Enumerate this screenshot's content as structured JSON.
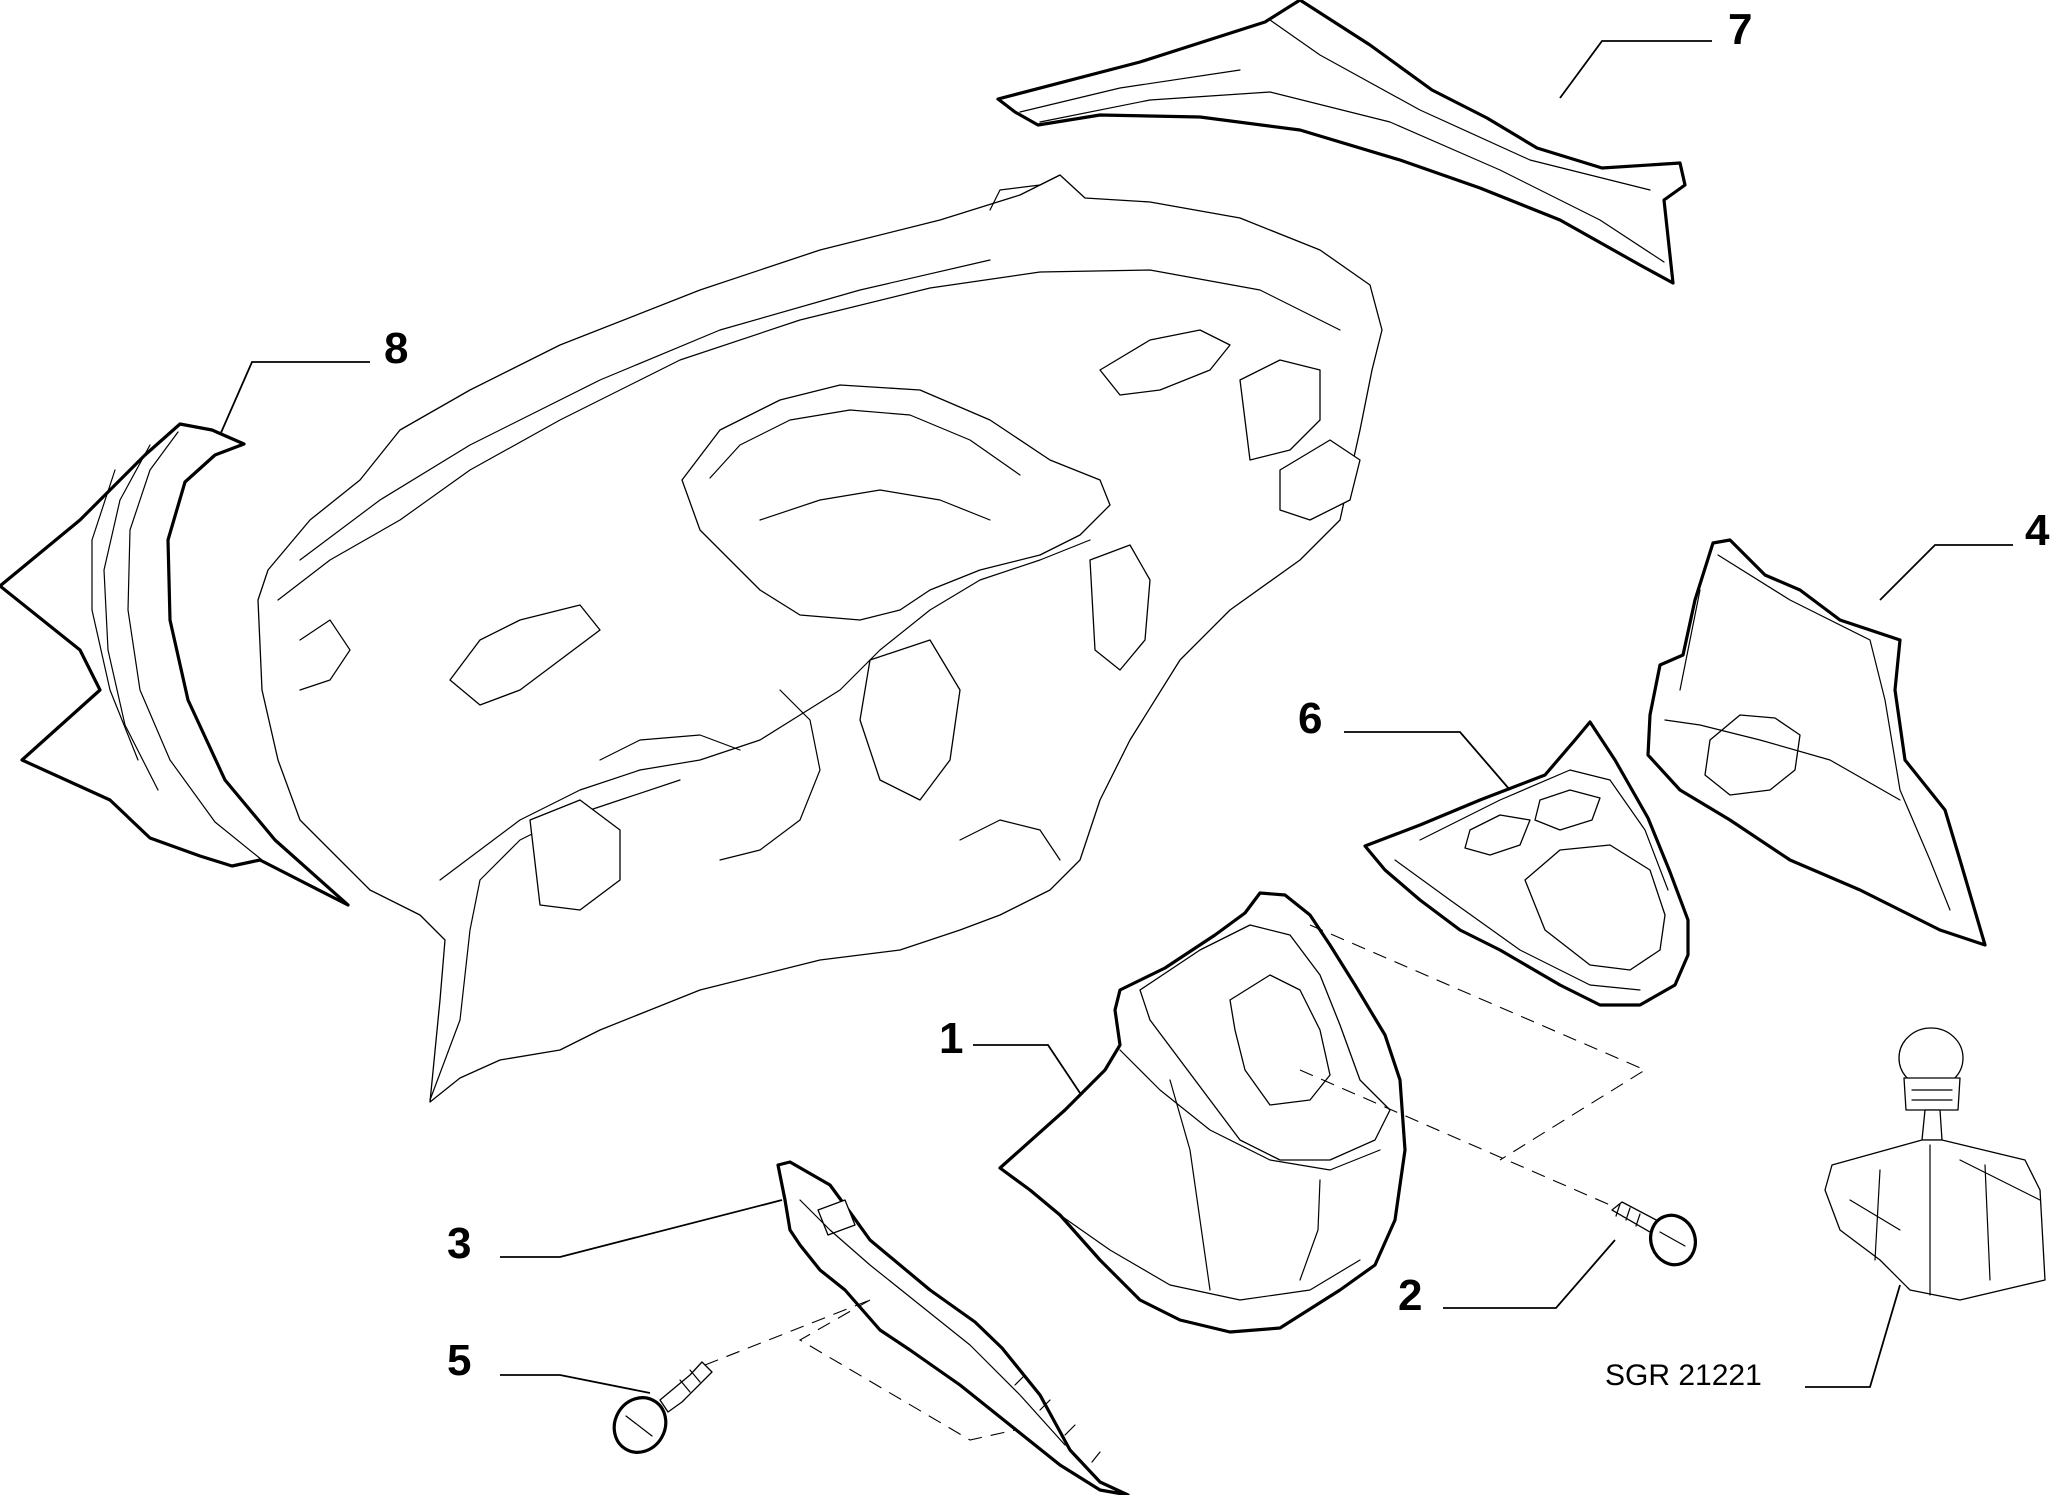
{
  "callouts": [
    "1",
    "2",
    "3",
    "4",
    "5",
    "6",
    "7",
    "8"
  ],
  "reference_code": "SGR 21221",
  "colors": {
    "line": "#000000",
    "background": "#ffffff"
  }
}
